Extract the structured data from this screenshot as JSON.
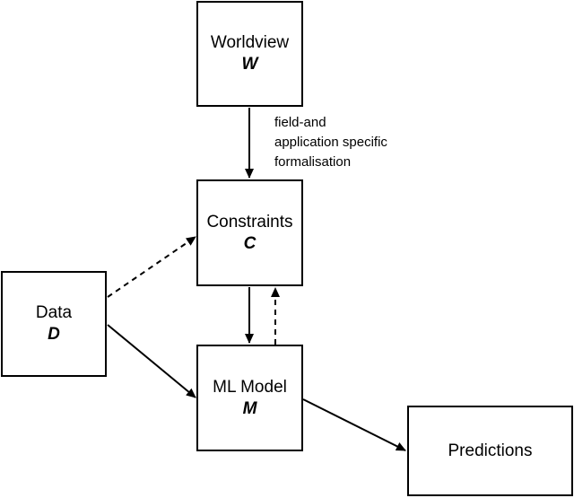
{
  "nodes": {
    "worldview": {
      "title": "Worldview",
      "symbol": "W"
    },
    "constraints": {
      "title": "Constraints",
      "symbol": "C"
    },
    "data": {
      "title": "Data",
      "symbol": "D"
    },
    "model": {
      "title": "ML Model",
      "symbol": "M"
    },
    "predictions": {
      "title": "Predictions"
    }
  },
  "edge_label": {
    "lines": [
      "field-and",
      "application specific",
      "formalisation"
    ]
  },
  "colors": {
    "stroke": "#000000",
    "background": "#ffffff"
  }
}
